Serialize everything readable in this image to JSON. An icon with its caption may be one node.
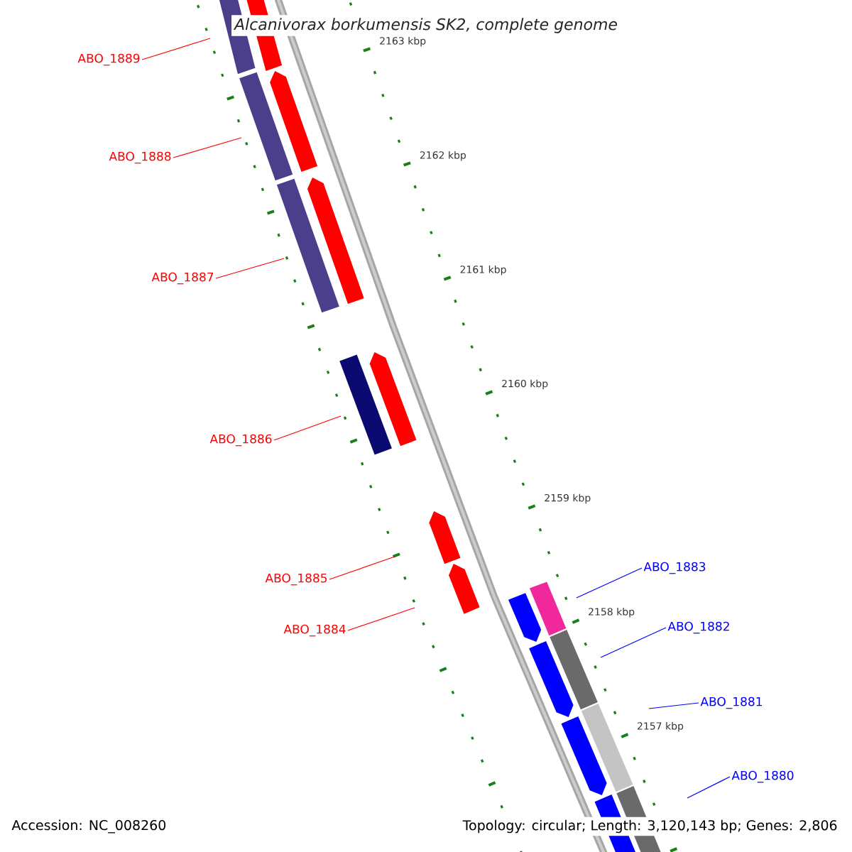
{
  "diagram": {
    "title": "Alcanivorax borkumensis SK2, complete genome",
    "nodes": [
      {
        "text": [
          "ABO_1889"
        ]
      },
      {
        "text": [
          "ABO_1888"
        ]
      },
      {
        "text": [
          "ABO_1887"
        ]
      },
      {
        "text": [
          "ABO_1886"
        ]
      },
      {
        "text": [
          "ABO_1885"
        ]
      },
      {
        "text": [
          "ABO_1884"
        ]
      },
      {
        "text": [
          "ABO_1883"
        ]
      },
      {
        "text": [
          "ABO_1882"
        ]
      },
      {
        "text": [
          "ABO_1881"
        ]
      },
      {
        "text": [
          "ABO_1880"
        ]
      }
    ],
    "edges": [
      {
        "from": 0,
        "to": null,
        "arrow": "none"
      },
      {
        "from": 1,
        "to": null,
        "arrow": "none"
      },
      {
        "from": 2,
        "to": null,
        "arrow": "none"
      },
      {
        "from": 3,
        "to": null,
        "arrow": "none"
      },
      {
        "from": 4,
        "to": null,
        "arrow": "none"
      },
      {
        "from": 5,
        "to": null,
        "arrow": "none"
      },
      {
        "from": 6,
        "to": null,
        "arrow": "none",
        "color": "#0000ff"
      },
      {
        "from": 7,
        "to": null,
        "arrow": "none",
        "color": "#0000ff"
      },
      {
        "from": 8,
        "to": null,
        "arrow": "none",
        "color": "#0000ff"
      },
      {
        "from": 9,
        "to": null,
        "arrow": "none",
        "color": "#0000ff"
      }
    ],
    "labels": [
      "2163 kbp",
      "2162 kbp",
      "2161 kbp",
      "2160 kbp",
      "2159 kbp",
      "2158 kbp",
      "2157 kbp",
      "Accession: NC_008260",
      "Topology: circular; Length: 3,120,143 bp; Genes: 2,806"
    ]
  }
}
